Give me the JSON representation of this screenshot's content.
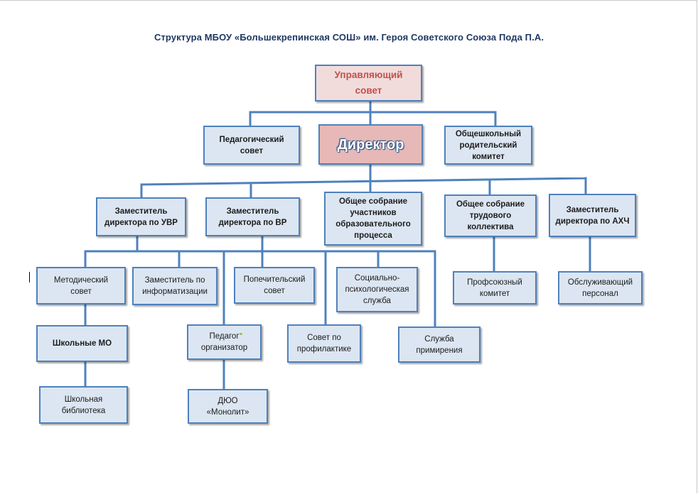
{
  "title": "Структура МБОУ «Большекрепинская СОШ» им. Героя Советского Союза Пода П.А.",
  "colors": {
    "line": "#4f81bd",
    "box_fill": "#dce6f2",
    "council_fill": "#f2dcdb",
    "director_fill": "#e6b9b8",
    "title": "#1f3864"
  },
  "nodes": {
    "council": "Управляющий\nсовет",
    "ped_council": "Педагогический\nсовет",
    "director": "Директор",
    "parent_committee": "Общешкольный\nродительский\nкомитет",
    "dep_uvr": "Заместитель\nдиректора по УВР",
    "dep_vr": "Заместитель\nдиректора по ВР",
    "general_assembly": "Общее собрание\nучастников\nобразовательного\nпроцесса",
    "labor_assembly": "Общее собрание\nтрудового\nколлектива",
    "dep_ahch": "Заместитель\nдиректора по АХЧ",
    "method_council": "Методический\nсовет",
    "dep_info": "Заместитель по\nинформатизации",
    "trustee_council": "Попечительский\nсовет",
    "social_service": "Социально-\nпсихологическая\nслужба",
    "union_committee": "Профсоюзный\nкомитет",
    "service_staff": "Обслуживающий\nперсонал",
    "school_mo": "Школьные МО",
    "ped_organizer": "Педагог\nорганизатор",
    "prevention_council": "Совет по\nпрофилактике",
    "reconciliation": "Служба\nпримирения",
    "library": "Школьная\nбиблиотека",
    "duo": "ДЮО\n«Монолит»"
  }
}
